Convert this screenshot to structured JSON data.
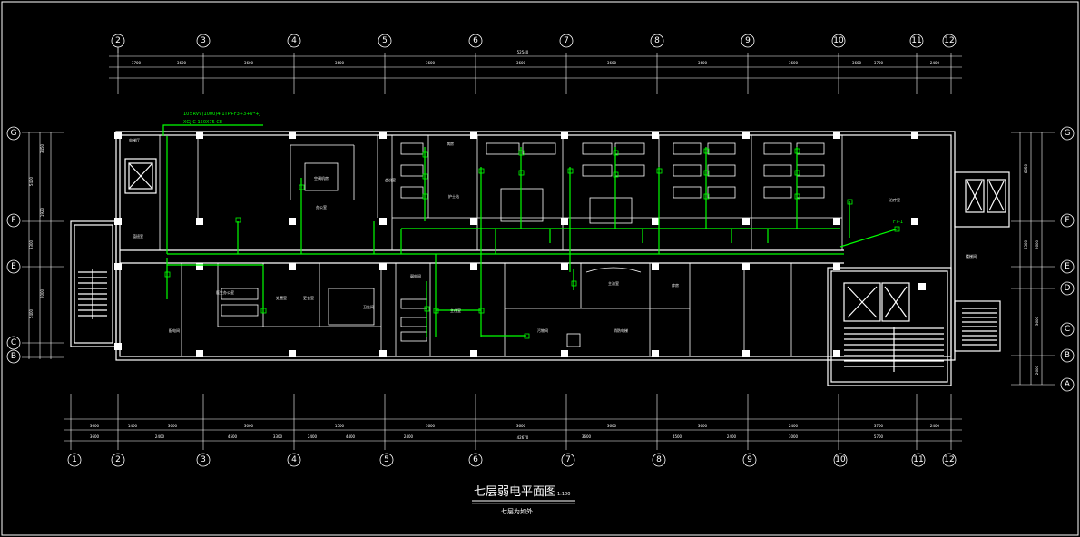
{
  "drawing": {
    "title": "七层弱电平面图",
    "scale": "1:100",
    "subtitle": "七层为如外"
  },
  "axes": {
    "columns": [
      "2",
      "3",
      "4",
      "5",
      "6",
      "7",
      "8",
      "9",
      "10",
      "11",
      "12"
    ],
    "columns_bottom": [
      "1",
      "2",
      "3",
      "4",
      "5",
      "6",
      "7",
      "8",
      "9",
      "10",
      "11",
      "12"
    ],
    "rows_left": [
      "G",
      "F",
      "E",
      "C",
      "B"
    ],
    "rows_right": [
      "G",
      "F",
      "E",
      "D",
      "C",
      "B",
      "A"
    ]
  },
  "dimensions": {
    "top_total": "52540",
    "top_row1": [
      "3700",
      "3600",
      "3600",
      "3600",
      "3600",
      "3600",
      "3600",
      "3600",
      "3600",
      "3600",
      "3700",
      "2400"
    ],
    "bottom_row1": [
      "3600",
      "1400",
      "3000",
      "3000",
      "1500",
      "3600",
      "3600",
      "3600",
      "3600",
      "2400",
      "3700",
      "2400"
    ],
    "bottom_row2": [
      "3600",
      "2400",
      "4500",
      "3300",
      "2400",
      "4400",
      "2400",
      "3600",
      "4500",
      "2400",
      "3000",
      "5700"
    ],
    "bottom_total": "42670",
    "left_side": [
      "3450",
      "5400",
      "1920",
      "3300",
      "2000",
      "5400"
    ],
    "right_side": [
      "6050",
      "2600",
      "3300",
      "3600",
      "2600"
    ]
  },
  "annotations": {
    "cable_spec": "10×RVV(1000)4(1TP+F3+3+V*+J",
    "tray_spec": "XGJ-C 150X75 CE",
    "riser_label": "F7-1"
  },
  "rooms": [
    {
      "id": "r1",
      "name": "电梯厅"
    },
    {
      "id": "r2",
      "name": "空调机房"
    },
    {
      "id": "r3",
      "name": "办公室"
    },
    {
      "id": "r4",
      "name": "会议室"
    },
    {
      "id": "r5",
      "name": "病房"
    },
    {
      "id": "r6",
      "name": "护士站"
    },
    {
      "id": "r7",
      "name": "治疗室"
    },
    {
      "id": "r8",
      "name": "值班室"
    },
    {
      "id": "r9",
      "name": "医生办公室"
    },
    {
      "id": "r10",
      "name": "处置室"
    },
    {
      "id": "r11",
      "name": "更衣室"
    },
    {
      "id": "r12",
      "name": "卫生间"
    },
    {
      "id": "r13",
      "name": "配电间"
    },
    {
      "id": "r14",
      "name": "弱电间"
    },
    {
      "id": "r15",
      "name": "主任室"
    },
    {
      "id": "r16",
      "name": "主治室"
    },
    {
      "id": "r17",
      "name": "库房"
    },
    {
      "id": "r18",
      "name": "楼梯间"
    },
    {
      "id": "r19",
      "name": "消防电梯"
    },
    {
      "id": "r20",
      "name": "污物间"
    }
  ],
  "colors": {
    "background": "#000000",
    "walls": "#ffffff",
    "wiring": "#00ff00",
    "dims": "#ffffff"
  }
}
